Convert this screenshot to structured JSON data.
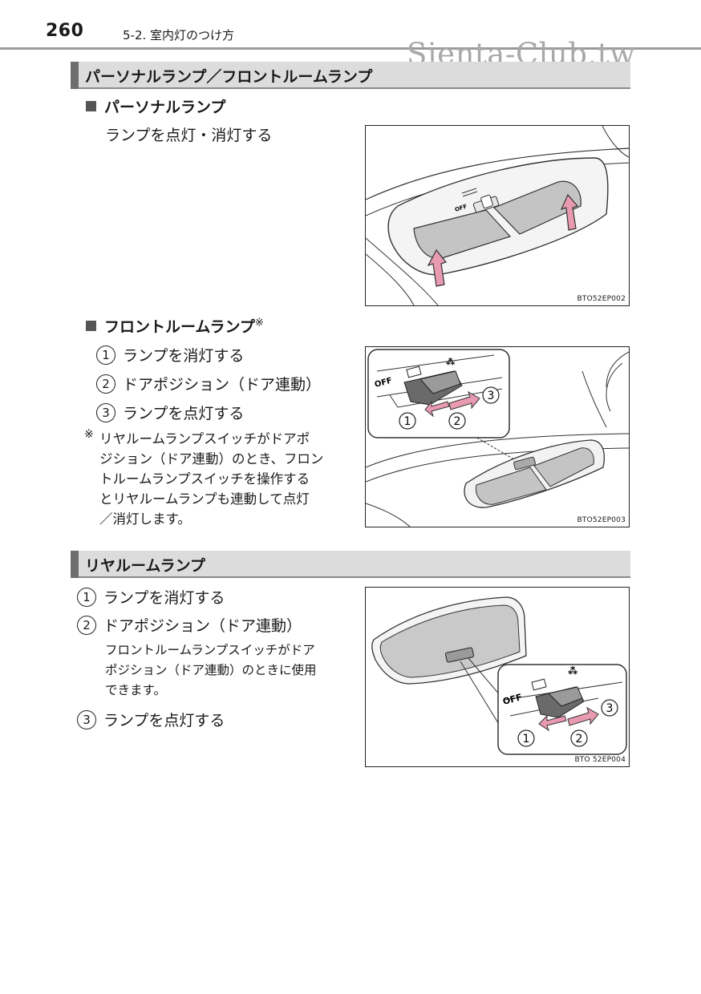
{
  "header": {
    "page_number": "260",
    "chapter": "5-2. 室内灯のつけ方",
    "watermark": "Sienta-Club.tw"
  },
  "section1": {
    "title": "パーソナルランプ／フロントルームランプ",
    "personal": {
      "heading": "パーソナルランプ",
      "text": "ランプを点灯・消灯する",
      "figure_code": "BTO52EP002"
    },
    "front": {
      "heading": "フロントルームランプ",
      "heading_mark": "※",
      "items": [
        {
          "num": "1",
          "text": "ランプを消灯する"
        },
        {
          "num": "2",
          "text": "ドアポジション（ドア連動）"
        },
        {
          "num": "3",
          "text": "ランプを点灯する"
        }
      ],
      "note_mark": "※",
      "note_lines": [
        "リヤルームランプスイッチがドアポ",
        "ジション（ドア連動）のとき、フロン",
        "トルームランプスイッチを操作する",
        "とリヤルームランプも連動して点灯",
        "／消灯します。"
      ],
      "figure_code": "BTO52EP003",
      "figure_labels": {
        "off": "OFF",
        "n1": "1",
        "n2": "2",
        "n3": "3"
      }
    }
  },
  "section2": {
    "title": "リヤルームランプ",
    "items": [
      {
        "num": "1",
        "text": "ランプを消灯する"
      },
      {
        "num": "2",
        "text": "ドアポジション（ドア連動）"
      },
      {
        "num": "3",
        "text": "ランプを点灯する"
      }
    ],
    "sub_note_lines": [
      "フロントルームランプスイッチがドア",
      "ポジション（ドア連動）のときに使用",
      "できます。"
    ],
    "figure_code": "BTO 52EP004",
    "figure_labels": {
      "off": "OFF",
      "n1": "1",
      "n2": "2",
      "n3": "3"
    }
  },
  "colors": {
    "arrow_pink": "#e79ab0",
    "header_gray": "#dcdcdc",
    "bar_gray": "#6e6e6e"
  }
}
